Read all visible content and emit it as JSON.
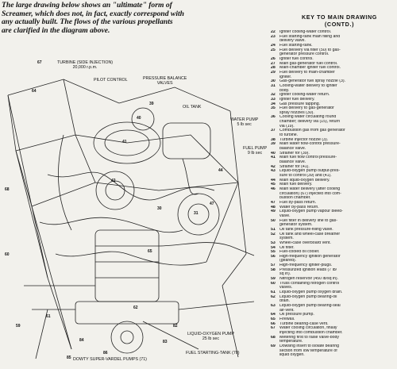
{
  "intro": [
    "The large drawing below shows an \"ultimate\" form of",
    "Screamer, which does not, in fact, exactly correspond with",
    "any actually built.  The flows of the various propellants",
    "are clarified in the diagram above."
  ],
  "key": {
    "title": "KEY TO MAIN DRAWING",
    "subtitle": "(CONTD.)",
    "items": [
      {
        "n": "22",
        "t": "Igniter cooling-water control."
      },
      {
        "n": "23",
        "t": "Fuel starting-tank main filling and"
      },
      {
        "n": "",
        "t": "delivery valve."
      },
      {
        "n": "24",
        "t": "Fuel starting-tank."
      },
      {
        "n": "25",
        "t": "Fuel delivery via filter (50) to gas-"
      },
      {
        "n": "",
        "t": "generator pressure control."
      },
      {
        "n": "26",
        "t": "Igniter fuel control."
      },
      {
        "n": "27",
        "t": "Main gas-generator fuel control."
      },
      {
        "n": "28",
        "t": "Main-chamber igniter fuel control."
      },
      {
        "n": "29",
        "t": "Fuel delivery to main-chamber"
      },
      {
        "n": "",
        "t": "igniter."
      },
      {
        "n": "30",
        "t": "Gas-generator fuel spray nozzle (3)."
      },
      {
        "n": "31",
        "t": "Cooling-water delivery to igniter"
      },
      {
        "n": "",
        "t": "body."
      },
      {
        "n": "32",
        "t": "Igniter cooling-water return."
      },
      {
        "n": "33",
        "t": "Igniter fuel delivery."
      },
      {
        "n": "34",
        "t": "Gas pressure tapping."
      },
      {
        "n": "35",
        "t": "Fuel delivery to gas-generator"
      },
      {
        "n": "",
        "t": "spray nozzles (30)."
      },
      {
        "n": "36",
        "t": "Cooling water circulating round"
      },
      {
        "n": "",
        "t": "chamber; delivery via (15), return"
      },
      {
        "n": "",
        "t": "via (19)."
      },
      {
        "n": "37",
        "t": "Combustion gas from gas generator"
      },
      {
        "n": "",
        "t": "to turbine."
      },
      {
        "n": "38",
        "t": "Turbine injector nozzle (3)."
      },
      {
        "n": "39",
        "t": "Main water flow-control pressure-"
      },
      {
        "n": "",
        "t": "balance valve."
      },
      {
        "n": "40",
        "t": "Strainer for (39)."
      },
      {
        "n": "41",
        "t": "Main fuel flow control pressure-"
      },
      {
        "n": "",
        "t": "balance valve."
      },
      {
        "n": "42",
        "t": "Strainer for (41)."
      },
      {
        "n": "43",
        "t": "Liquid-oxygen pump output-pres-"
      },
      {
        "n": "",
        "t": "sure to control (39) and (41)."
      },
      {
        "n": "44",
        "t": "Main liquid-oxygen delivery."
      },
      {
        "n": "45",
        "t": "Main fuel delivery."
      },
      {
        "n": "46",
        "t": "Main water delivery (after cooling"
      },
      {
        "n": "",
        "t": "circulation) (67) injected into com-"
      },
      {
        "n": "",
        "t": "bustion chamber."
      },
      {
        "n": "47",
        "t": "Fuel by-pass return."
      },
      {
        "n": "48",
        "t": "Water by-pass return."
      },
      {
        "n": "49",
        "t": "Liquid-oxygen pump vapour bleed-"
      },
      {
        "n": "",
        "t": "valve."
      },
      {
        "n": "50",
        "t": "Fuel filter in delivery line to gas-"
      },
      {
        "n": "",
        "t": "generator system."
      },
      {
        "n": "51",
        "t": "Oil tank pressure-filling valve."
      },
      {
        "n": "52",
        "t": "Oil tank and wheel-case breather"
      },
      {
        "n": "",
        "t": "system."
      },
      {
        "n": "53",
        "t": "Wheel-case overboard vent."
      },
      {
        "n": "54",
        "t": "Oil filter."
      },
      {
        "n": "55",
        "t": "Fuel-cooled oil cooler."
      },
      {
        "n": "56",
        "t": "High-frequency ignition generator"
      },
      {
        "n": "",
        "t": "(geared)."
      },
      {
        "n": "57",
        "t": "High-frequency igniter-plugs."
      },
      {
        "n": "58",
        "t": "Pressurized ignition leads (7 lb/"
      },
      {
        "n": "",
        "t": "sq in)."
      },
      {
        "n": "59",
        "t": "Nitrogen reservoir (450 lb/sq in)."
      },
      {
        "n": "60",
        "t": "Truss containing nitrogen control"
      },
      {
        "n": "",
        "t": "valves."
      },
      {
        "n": "61",
        "t": "Liquid-oxygen pump oxygen drain."
      },
      {
        "n": "62",
        "t": "Liquid-oxygen pump bearing-oil"
      },
      {
        "n": "",
        "t": "drain."
      },
      {
        "n": "63",
        "t": "Liquid-oxygen pump bearing-seal"
      },
      {
        "n": "",
        "t": "air-vent."
      },
      {
        "n": "64",
        "t": "Oil pressure pump."
      },
      {
        "n": "65",
        "t": "Firewall."
      },
      {
        "n": "66",
        "t": "Turbine bearing-case vent."
      },
      {
        "n": "67",
        "t": "Water cooling circulation, finally"
      },
      {
        "n": "",
        "t": "injecting into combustion chamber."
      },
      {
        "n": "68",
        "t": "Metering first to raise valve-body"
      },
      {
        "n": "",
        "t": "temperature."
      },
      {
        "n": "69",
        "t": "Dowsing insert to isolate bearing"
      },
      {
        "n": "",
        "t": "section from low temperature of"
      },
      {
        "n": "",
        "t": "liquid oxygen."
      }
    ]
  },
  "callouts": {
    "turbine": [
      "TURBINE (SIDE INJECTION)",
      "20,000 r.p.m."
    ],
    "pilot": [
      "PILOT CONTROL"
    ],
    "pressure_balance": [
      "PRESSURE BALANCE",
      "VALVES"
    ],
    "oil_tank": [
      "OIL TANK"
    ],
    "water_pump": [
      "WATER PUMP",
      "5 lb sec"
    ],
    "fuel_pump": [
      "FUEL PUMP",
      "9 lb sec"
    ],
    "lox_pump": [
      "LIQUID-OXYGEN PUMP",
      "25 lb sec"
    ],
    "fuel_starting": [
      "FUEL STARTING-TANK (70)"
    ],
    "dowty": [
      "DOWTY SUPER-VARDEL PUMPS (71)"
    ]
  },
  "numbers": [
    "67",
    "64",
    "39",
    "40",
    "41",
    "42",
    "30",
    "31",
    "47",
    "44",
    "65",
    "62",
    "59",
    "68",
    "60",
    "61",
    "84",
    "85",
    "86",
    "83",
    "82"
  ],
  "colors": {
    "paper": "#f2f1ec",
    "ink": "#111111"
  }
}
